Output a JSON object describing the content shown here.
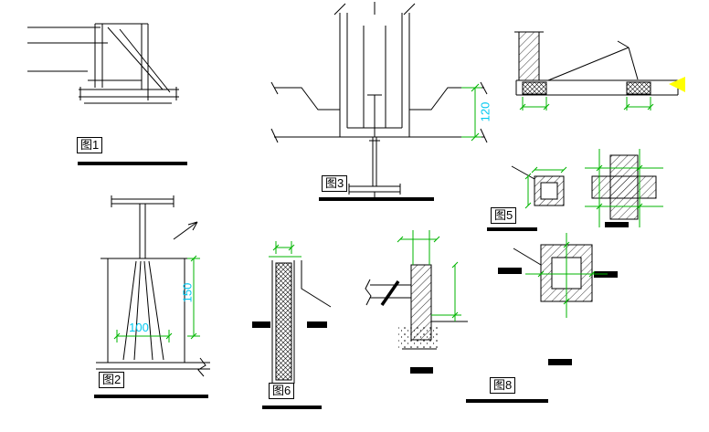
{
  "figures": {
    "fig1": {
      "label": "图1"
    },
    "fig2": {
      "label": "图2",
      "dims": {
        "height": "150",
        "width": "100"
      }
    },
    "fig3": {
      "label": "图3",
      "dims": {
        "vertical": "120"
      }
    },
    "fig5": {
      "label": "图5"
    },
    "fig6": {
      "label": "图6"
    },
    "fig8": {
      "label": "图8"
    }
  },
  "colors": {
    "line": "#000000",
    "dimension_line": "#00b400",
    "dimension_text": "#00c8f0",
    "highlight": "#ffff00",
    "background": "#ffffff"
  }
}
